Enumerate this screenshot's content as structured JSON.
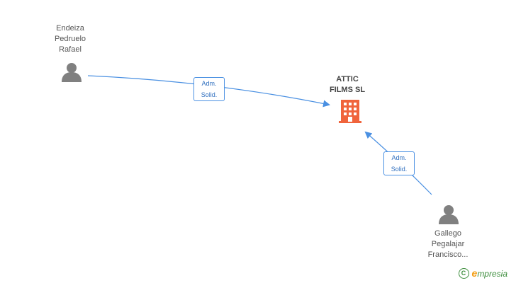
{
  "nodes": {
    "person_top": {
      "lines": [
        "Endeiza",
        "Pedruelo",
        "Rafael"
      ]
    },
    "company": {
      "lines": [
        "ATTIC",
        "FILMS SL"
      ]
    },
    "person_bottom": {
      "lines": [
        "Gallego",
        "Pegalajar",
        "Francisco..."
      ]
    }
  },
  "edges": [
    {
      "from": "person_top",
      "to": "company",
      "label_lines": [
        "Adm.",
        "Solid."
      ]
    },
    {
      "from": "person_bottom",
      "to": "company",
      "label_lines": [
        "Adm.",
        "Solid."
      ]
    }
  ],
  "colors": {
    "edge": "#4a90e2",
    "person_icon": "#808080",
    "company_icon": "#f0643c"
  },
  "watermark": {
    "symbol": "C",
    "brand_first": "e",
    "brand_rest": "mpresia"
  }
}
